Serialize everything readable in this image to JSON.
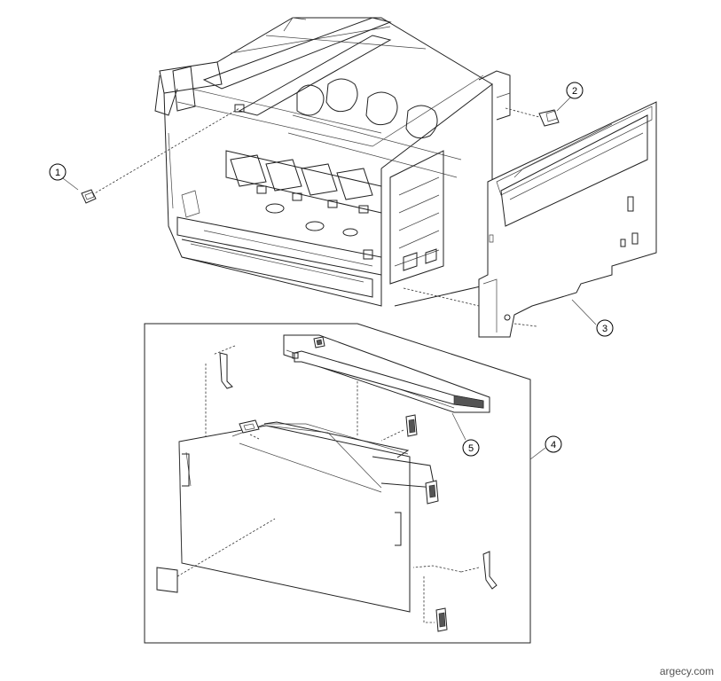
{
  "callouts": {
    "c1": "1",
    "c2": "2",
    "c3": "3",
    "c4": "4",
    "c5": "5"
  },
  "watermark": "argecy.com"
}
